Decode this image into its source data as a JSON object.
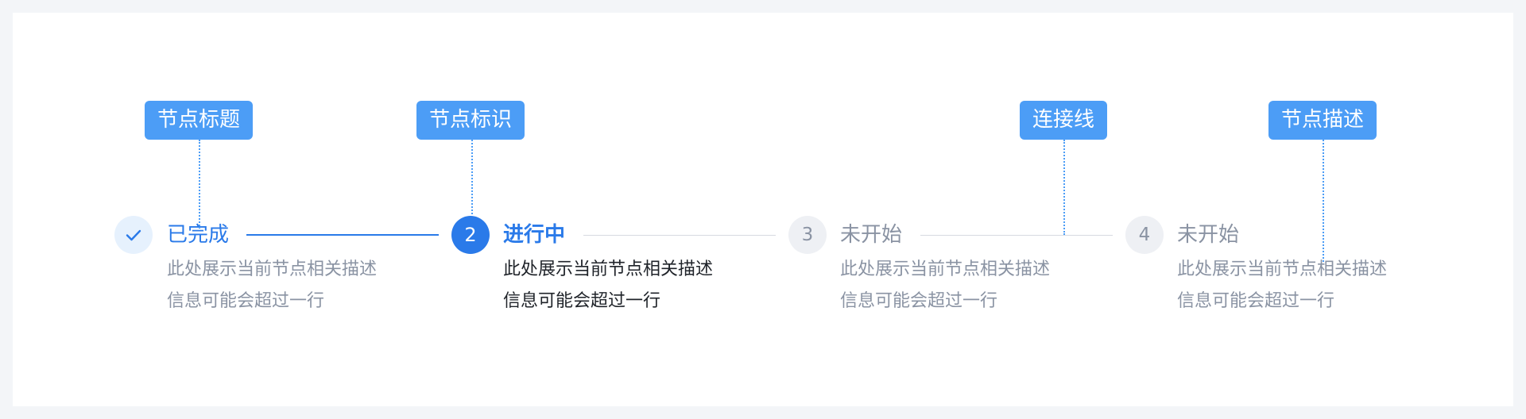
{
  "annotations": {
    "title_tag": "节点标题",
    "marker_tag": "节点标识",
    "connector_tag": "连接线",
    "description_tag": "节点描述"
  },
  "steps": [
    {
      "state": "done",
      "icon": "check-icon",
      "title": "已完成",
      "description_line1": "此处展示当前节点相关描述",
      "description_line2": "信息可能会超过一行"
    },
    {
      "state": "active",
      "number": "2",
      "title": "进行中",
      "description_line1": "此处展示当前节点相关描述",
      "description_line2": "信息可能会超过一行"
    },
    {
      "state": "wait",
      "number": "3",
      "title": "未开始",
      "description_line1": "此处展示当前节点相关描述",
      "description_line2": "信息可能会超过一行"
    },
    {
      "state": "wait",
      "number": "4",
      "title": "未开始",
      "description_line1": "此处展示当前节点相关描述",
      "description_line2": "信息可能会超过一行"
    }
  ],
  "colors": {
    "primary": "#2a7ae9",
    "annotation": "#4c9df6",
    "muted_text": "#8a93a3",
    "body_text": "#1f2329",
    "wait_icon_bg": "#eef0f4",
    "done_icon_bg": "#e6f1fd",
    "page_bg": "#f3f5f8"
  }
}
